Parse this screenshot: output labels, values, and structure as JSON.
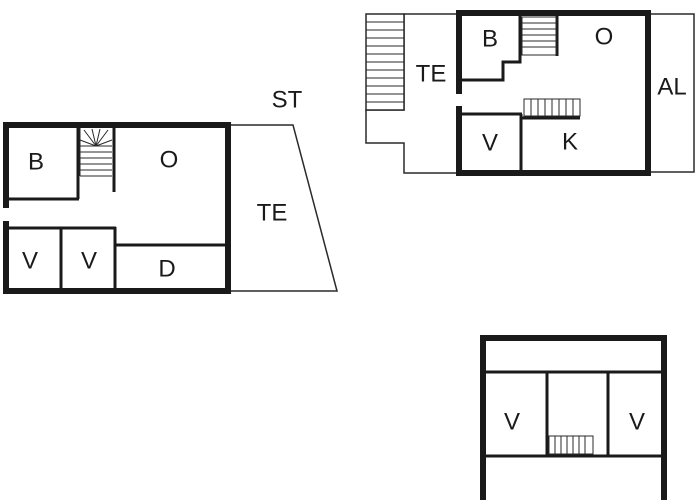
{
  "colors": {
    "wall": "#1a1a1a",
    "line": "#2a2a2a",
    "background": "#ffffff"
  },
  "plan_left": {
    "bedroom": "B",
    "living": "O",
    "terrace": "TE",
    "room_1": "V",
    "room_2": "V",
    "room_d": "D",
    "st": "ST"
  },
  "plan_top_right": {
    "bedroom": "B",
    "living": "O",
    "terrace": "TE",
    "alcove": "AL",
    "room_v": "V",
    "kitchen": "K"
  },
  "plan_bottom_right": {
    "room_left": "V",
    "room_right": "V"
  }
}
